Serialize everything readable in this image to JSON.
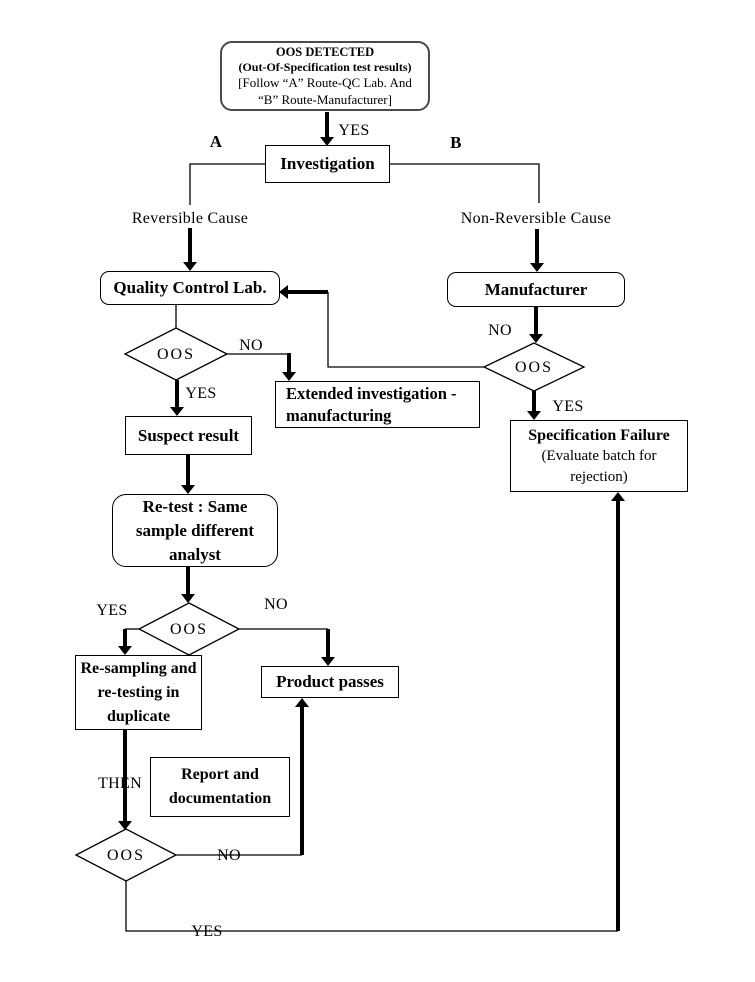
{
  "colors": {
    "background": "#ffffff",
    "line": "#000000",
    "box_border": "#000000",
    "start_box_border": "#4a4a4a",
    "text": "#000000"
  },
  "start": {
    "line1": "OOS DETECTED",
    "line2": "(Out-Of-Specification test results)",
    "line3": "[Follow “A” Route-QC Lab. And “B” Route-Manufacturer]"
  },
  "nodes": {
    "investigation": "Investigation",
    "quality_control_lab": "Quality Control Lab.",
    "manufacturer": "Manufacturer",
    "extended_investigation": "Extended investigation - manufacturing",
    "suspect_result": "Suspect result",
    "retest": "Re-test : Same sample different analyst",
    "specification_failure_title": "Specification Failure",
    "specification_failure_subtitle": "(Evaluate batch for rejection)",
    "resampling": "Re-sampling and re-testing in duplicate",
    "product_passes": "Product passes",
    "report_documentation": "Report and documentation"
  },
  "decisions": {
    "oos": "OOS"
  },
  "edge_labels": {
    "yes_top": "YES",
    "route_a": "A",
    "route_b": "B",
    "reversible_cause": "Reversible Cause",
    "non_reversible_cause": "Non-Reversible Cause",
    "no_qc_oos": "NO",
    "yes_qc_oos": "YES",
    "no_mfr_oos": "NO",
    "yes_mfr_oos": "YES",
    "yes_retest_oos": "YES",
    "no_retest_oos": "NO",
    "then": "THEN",
    "no_final_oos": "NO",
    "yes_final_oos": "YES"
  }
}
